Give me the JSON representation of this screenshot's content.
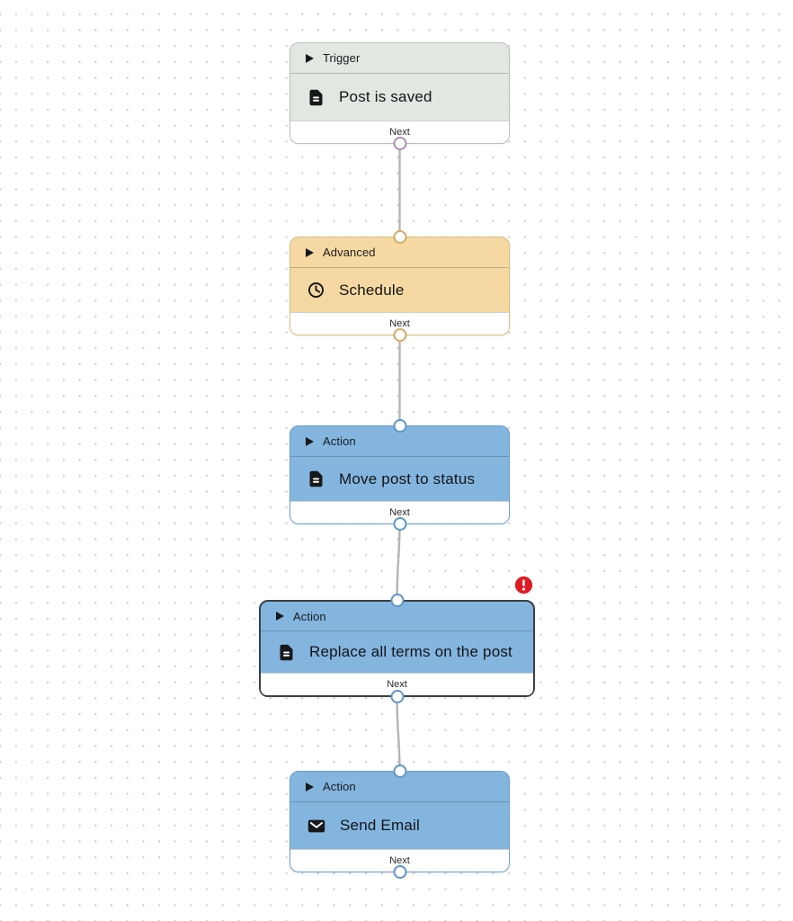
{
  "canvas": {
    "background_dot_color": "#d2d2d2",
    "connector_color": "#b5b5b5"
  },
  "nodes": [
    {
      "id": "node-1",
      "category": "Trigger",
      "title": "Post is saved",
      "icon": "document-icon",
      "footer_label": "Next",
      "theme_color": "#e2e7e1",
      "port_color": "#b189b9",
      "has_input_port": false,
      "has_output_port": true,
      "selected": false,
      "has_error": false
    },
    {
      "id": "node-2",
      "category": "Advanced",
      "title": "Schedule",
      "icon": "clock-icon",
      "footer_label": "Next",
      "theme_color": "#f6d9a2",
      "port_color": "#d2a964",
      "has_input_port": true,
      "has_output_port": true,
      "selected": false,
      "has_error": false
    },
    {
      "id": "node-3",
      "category": "Action",
      "title": "Move post to status",
      "icon": "document-icon",
      "footer_label": "Next",
      "theme_color": "#83b5df",
      "port_color": "#5d95c6",
      "has_input_port": true,
      "has_output_port": true,
      "selected": false,
      "has_error": false
    },
    {
      "id": "node-4",
      "category": "Action",
      "title": "Replace all terms on the post",
      "icon": "document-icon",
      "footer_label": "Next",
      "theme_color": "#83b5df",
      "port_color": "#5d95c6",
      "has_input_port": true,
      "has_output_port": true,
      "selected": true,
      "has_error": true
    },
    {
      "id": "node-5",
      "category": "Action",
      "title": "Send Email",
      "icon": "mail-icon",
      "footer_label": "Next",
      "theme_color": "#83b5df",
      "port_color": "#5d95c6",
      "has_input_port": true,
      "has_output_port": true,
      "selected": false,
      "has_error": false
    }
  ],
  "edges": [
    {
      "from": "node-1",
      "to": "node-2"
    },
    {
      "from": "node-2",
      "to": "node-3"
    },
    {
      "from": "node-3",
      "to": "node-4"
    },
    {
      "from": "node-4",
      "to": "node-5"
    }
  ],
  "error_badge": {
    "color": "#df1b24",
    "symbol": "!"
  }
}
